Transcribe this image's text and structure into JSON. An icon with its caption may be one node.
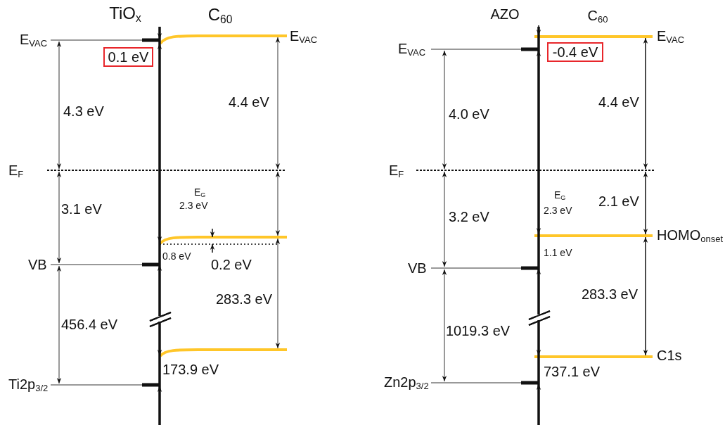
{
  "diagram": {
    "nodes": [
      {
        "text": [
          "0.1 eV"
        ]
      },
      {
        "text": [
          "-0.4 eV"
        ]
      }
    ],
    "labels": [
      "TiO$_{x}$",
      "C$_{60}$",
      "E$_{VAC}$",
      "E$_{VAC}$",
      "4.3 eV",
      "4.4 eV",
      "E$_{F}$",
      "E$_{G}$",
      "2.3 eV",
      "3.1 eV",
      "0.8 eV",
      "VB",
      "0.2 eV",
      "283.3 eV",
      "456.4 eV",
      "173.9 eV",
      "Ti2p$_{3/2}$",
      "AZO",
      "C$_{60}$",
      "E$_{VAC}$",
      "E$_{VAC}$",
      "4.4 eV",
      "4.0 eV",
      "E$_{F}$",
      "E$_{G}$",
      "2.3 eV",
      "2.1 eV",
      "3.2 eV",
      "HOMO$_{onset}$",
      "1.1 eV",
      "VB",
      "283.3 eV",
      "1019.3 eV",
      "C1s",
      "737.1 eV",
      "Zn2p$_{3/2}$"
    ]
  }
}
